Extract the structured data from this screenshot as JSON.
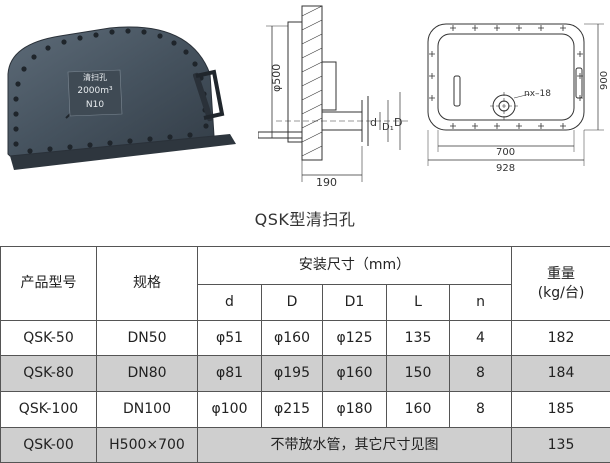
{
  "photo": {
    "plate_title": "清扫孔",
    "plate_line1": "2000m³",
    "plate_line2": "N10"
  },
  "side_view": {
    "dim_height": "φ500",
    "dim_d": "d",
    "dim_D1": "D₁",
    "dim_D": "D",
    "dim_width": "190"
  },
  "front_view": {
    "label_bolt": "nx–18",
    "dim_inner": "700",
    "dim_outer": "928",
    "dim_height": "900"
  },
  "caption": "QSK型清扫孔",
  "table": {
    "header": {
      "model": "产品型号",
      "spec": "规格",
      "install": "安装尺寸（mm）",
      "weight_line1": "重量",
      "weight_line2": "(kg/台)",
      "cols": [
        "d",
        "D",
        "D1",
        "L",
        "n"
      ]
    },
    "rows": [
      {
        "model": "QSK-50",
        "spec": "DN50",
        "d": "φ51",
        "D": "φ160",
        "D1": "φ125",
        "L": "135",
        "n": "4",
        "weight": "182"
      },
      {
        "model": "QSK-80",
        "spec": "DN80",
        "d": "φ81",
        "D": "φ195",
        "D1": "φ160",
        "L": "150",
        "n": "8",
        "weight": "184"
      },
      {
        "model": "QSK-100",
        "spec": "DN100",
        "d": "φ100",
        "D": "φ215",
        "D1": "φ180",
        "L": "160",
        "n": "8",
        "weight": "185"
      }
    ],
    "last_row": {
      "model": "QSK-00",
      "spec": "H500×700",
      "note": "不带放水管，其它尺寸见图",
      "weight": "135"
    }
  }
}
